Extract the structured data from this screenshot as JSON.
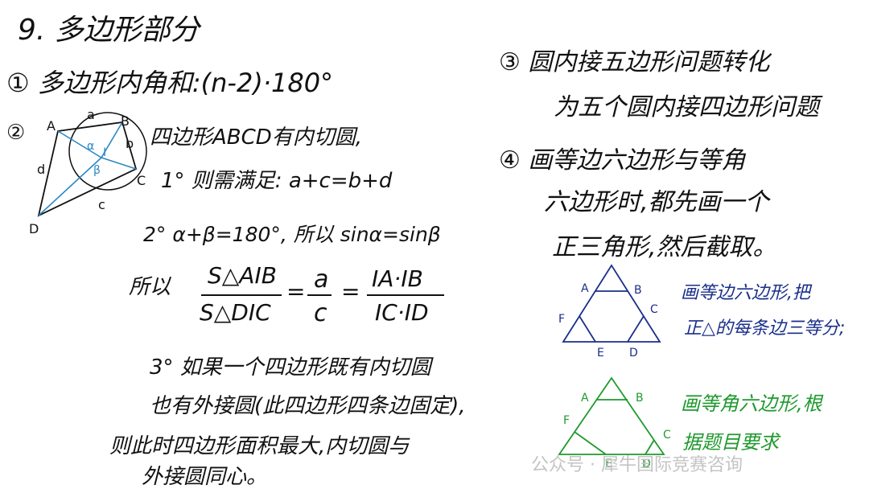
{
  "title": "9. 多边形部分",
  "item1": "① 多边形内角和:(n-2)·180°",
  "item2": {
    "marker": "②",
    "description": "四边形ABCD有内切圆,",
    "cond1": "1° 则需满足: a+c=b+d",
    "cond2": "2° α+β=180°, 所以 sinα=sinβ",
    "fraction_prefix": "所以",
    "fraction_left_num": "S△AIB",
    "fraction_left_den": "S△DIC",
    "eq": "=",
    "fraction_mid_num": "a",
    "fraction_mid_den": "c",
    "fraction_right_num": "IA·IB",
    "fraction_right_den": "IC·ID",
    "cond3_line1": "3° 如果一个四边形既有内切圆",
    "cond3_line2": "也有外接圆(此四边形四条边固定),",
    "cond3_line3": "则此时四边形面积最大,内切圆与",
    "cond3_line4": "外接圆同心。",
    "figure_labels": {
      "A": "A",
      "B": "B",
      "C": "C",
      "D": "D",
      "a": "a",
      "b": "b",
      "c": "c",
      "d": "d",
      "I": "I",
      "alpha": "α",
      "beta": "β"
    }
  },
  "item3": {
    "line1": "③ 圆内接五边形问题转化",
    "line2": "为五个圆内接四边形问题"
  },
  "item4": {
    "line1": "④ 画等边六边形与等角",
    "line2": "六边形时,都先画一个",
    "line3": "正三角形,然后截取。"
  },
  "blue_figure": {
    "labels": {
      "A": "A",
      "B": "B",
      "C": "C",
      "D": "D",
      "E": "E",
      "F": "F"
    },
    "note_line1": "画等边六边形,把",
    "note_line2": "正△的每条边三等分;"
  },
  "green_figure": {
    "labels": {
      "A": "A",
      "B": "B",
      "C": "C",
      "D": "D",
      "E": "E",
      "F": "F"
    },
    "note_line1": "画等角六边形,根",
    "note_line2": "据题目要求"
  },
  "watermark": "公众号 · 犀牛国际竞赛咨询",
  "colors": {
    "ink": "#111111",
    "blue_ink": "#1a2f8a",
    "green_ink": "#1f9a2e",
    "figure_blue": "#2a87c6"
  }
}
